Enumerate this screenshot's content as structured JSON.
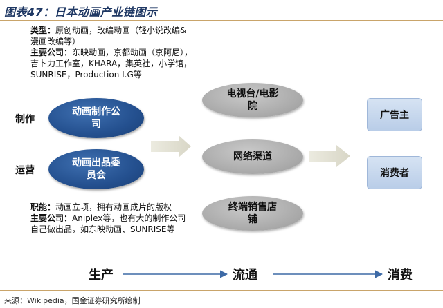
{
  "title": "图表47：日本动画产业链图示",
  "source": "来源：Wikipedia，国金证券研究所绘制",
  "desc_top": {
    "type_label": "类型：",
    "type_text": "原创动画，改编动画（轻小说改编&漫画改编等）",
    "company_label": "主要公司：",
    "company_text": "东映动画，京都动画（京阿尼），吉卜力工作室，KHARA，集英社，小学馆，SUNRISE，Production I.G等"
  },
  "desc_bottom": {
    "function_label": "职能：",
    "function_text": "动画立项，拥有动画成片的版权",
    "company_label": "主要公司：",
    "company_text": "Aniplex等，也有大的制作公司自己做出品，如东映动画、SUNRISE等"
  },
  "side_labels": {
    "produce": "制作",
    "operate": "运营"
  },
  "producers": {
    "production": "动画制作公司",
    "committee": "动画出品委员会"
  },
  "channels": {
    "tv": "电视台/电影院",
    "online": "网络渠道",
    "retail": "终端销售店铺"
  },
  "consumers": {
    "advertiser": "广告主",
    "consumer": "消费者"
  },
  "flow": {
    "produce": "生产",
    "circulate": "流通",
    "consume": "消费"
  },
  "colors": {
    "accent_blue": "#24508f",
    "channel_grey": "#a8a8a8",
    "box_blue": "#c7d8ee",
    "title_blue": "#1f3864",
    "rule_tan": "#c9a46a"
  }
}
